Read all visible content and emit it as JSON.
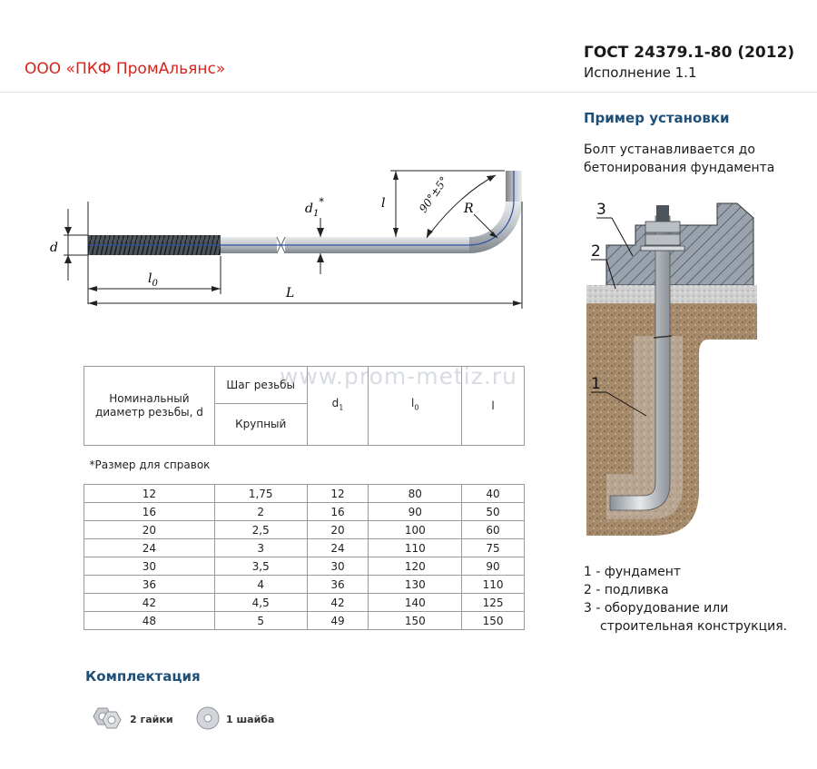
{
  "company": "ООО «ПКФ ПромАльянс»",
  "header": {
    "gost": "ГОСТ 24379.1-80 (2012)",
    "variant": "Исполнение 1.1"
  },
  "installation": {
    "title": "Пример установки",
    "note": "Болт устанавливается до бетонирования фундамента",
    "callouts": [
      "1",
      "2",
      "3"
    ],
    "legend": [
      "1 - фундамент",
      "2 - подливка",
      "3 - оборудование или",
      "строительная конструкция."
    ]
  },
  "drawing": {
    "labels": {
      "d": "d",
      "d1": "d",
      "d1_sub": "1",
      "d1_star": "*",
      "l0": "l",
      "l0_sub": "0",
      "L": "L",
      "l": "l",
      "angle": "90°±5°",
      "R": "R"
    }
  },
  "watermark": "www.prom-metiz.ru",
  "table": {
    "headers": {
      "diameter": "Номинальный диаметр резьбы, d",
      "pitch": "Шаг резьбы",
      "pitch_sub": "Крупный",
      "d1": "d",
      "d1_sub": "1",
      "l0": "l",
      "l0_sub": "0",
      "l": "l"
    },
    "note": "*Размер для справок",
    "rows": [
      [
        "12",
        "1,75",
        "12",
        "80",
        "40"
      ],
      [
        "16",
        "2",
        "16",
        "90",
        "50"
      ],
      [
        "20",
        "2,5",
        "20",
        "100",
        "60"
      ],
      [
        "24",
        "3",
        "24",
        "110",
        "75"
      ],
      [
        "30",
        "3,5",
        "30",
        "120",
        "90"
      ],
      [
        "36",
        "4",
        "36",
        "130",
        "110"
      ],
      [
        "42",
        "4,5",
        "42",
        "140",
        "125"
      ],
      [
        "48",
        "5",
        "49",
        "150",
        "150"
      ]
    ]
  },
  "kit": {
    "title": "Комплектация",
    "nuts": "2 гайки",
    "washer": "1 шайба"
  },
  "colors": {
    "brand_red": "#d9241c",
    "heading_blue": "#1e4f78"
  }
}
